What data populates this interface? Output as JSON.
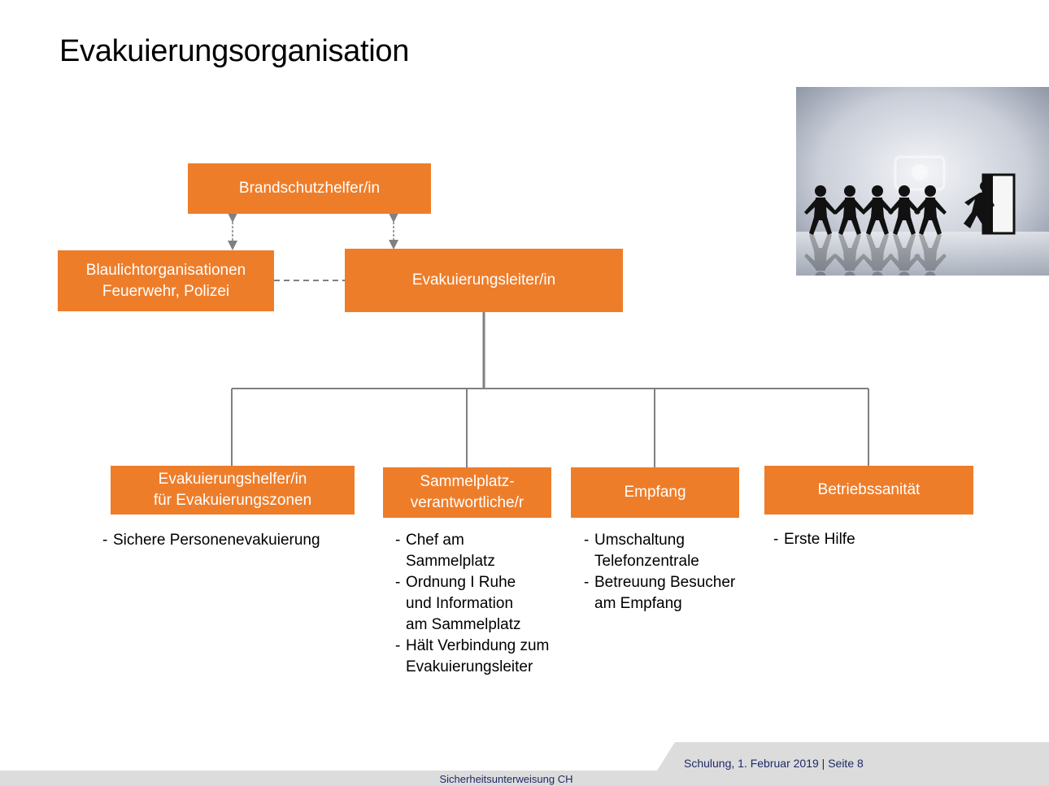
{
  "slide": {
    "title": "Evakuierungsorganisation"
  },
  "boxes": {
    "brandschutz": "Brandschutzhelfer/in",
    "blaulicht": "Blaulichtorganisationen\nFeuerwehr, Polizei",
    "leiter": "Evakuierungsleiter/in",
    "helfer": "Evakuierungshelfer/in\nfür Evakuierungszonen",
    "sammelplatz": "Sammelplatz-\nverantwortliche/r",
    "empfang": "Empfang",
    "sanitaet": "Betriebssanität"
  },
  "tasks": {
    "helfer": [
      "Sichere Personenevakuierung"
    ],
    "sammelplatz": [
      "Chef am\nSammelplatz",
      "Ordnung I Ruhe\nund Information\nam Sammelplatz",
      "Hält Verbindung zum\nEvakuierungsleiter"
    ],
    "empfang": [
      "Umschaltung\nTelefonzentrale",
      "Betreuung Besucher\nam Empfang"
    ],
    "sanitaet": [
      "Erste Hilfe"
    ]
  },
  "footer": {
    "info": "Schulung, 1. Februar 2019 | Seite 8",
    "company": "Sicherheitsunterweisung CH"
  },
  "colors": {
    "box_fill": "#ee7d2a",
    "box_text": "#ffffff",
    "connector": "#808080",
    "footer_text": "#1f2a66",
    "footer_band": "#dcdcdc"
  },
  "image": {
    "description_icon": "evacuation-people-running-to-exit-icon"
  }
}
